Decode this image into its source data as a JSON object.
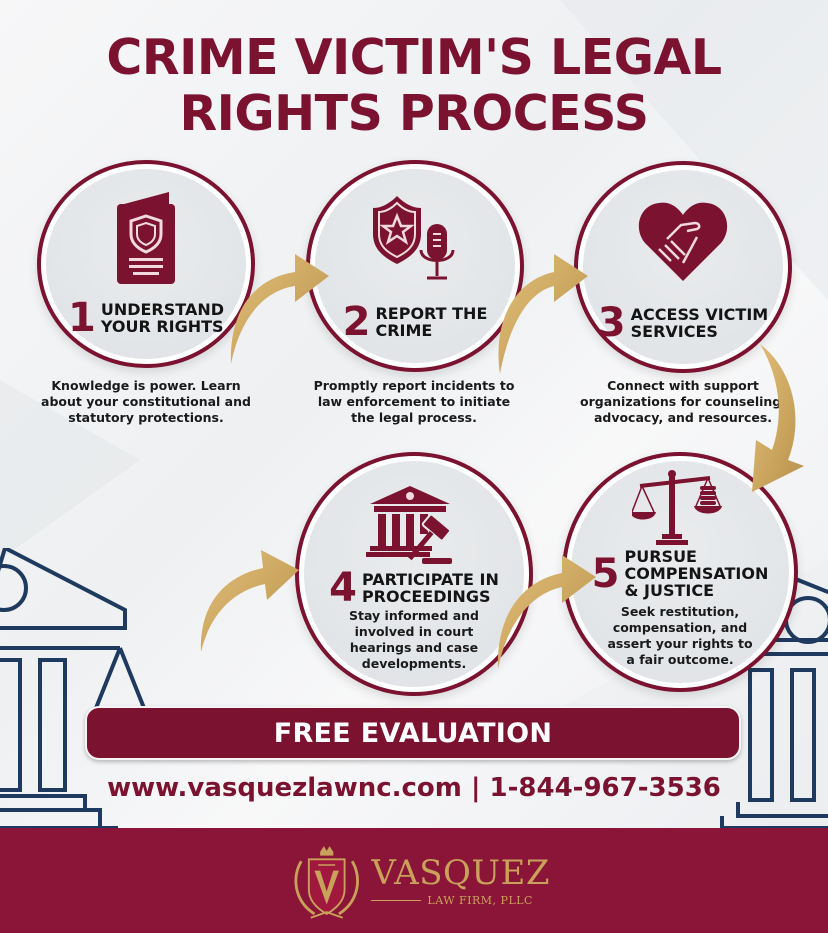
{
  "title": {
    "line1": "CRIME VICTIM'S LEGAL",
    "line2": "RIGHTS PROCESS"
  },
  "steps": [
    {
      "number": "1",
      "heading_line1": "UNDERSTAND",
      "heading_line2": "YOUR RIGHTS",
      "description_lines": [
        "Knowledge is power. Learn",
        "about your constitutional and",
        "statutory protections."
      ],
      "icon": "rights-booklet-shield-icon"
    },
    {
      "number": "2",
      "heading_line1": "REPORT THE",
      "heading_line2": "CRIME",
      "description_lines": [
        "Promptly report incidents to",
        "law enforcement to initiate",
        "the legal process."
      ],
      "icon": "police-badge-microphone-icon"
    },
    {
      "number": "3",
      "heading_line1": "ACCESS VICTIM",
      "heading_line2": "SERVICES",
      "description_lines": [
        "Connect with support",
        "organizations for counseling,",
        "advocacy, and resources."
      ],
      "icon": "heart-handshake-icon"
    },
    {
      "number": "4",
      "heading_line1": "PARTICIPATE IN",
      "heading_line2": "PROCEEDINGS",
      "description_lines": [
        "Stay informed and",
        "involved in court",
        "hearings and case",
        "developments."
      ],
      "icon": "courthouse-gavel-icon"
    },
    {
      "number": "5",
      "heading_line1": "PURSUE",
      "heading_line2": "COMPENSATION",
      "heading_line3": "& JUSTICE",
      "description_lines": [
        "Seek restitution,",
        "compensation, and",
        "assert your rights to",
        "a fair outcome."
      ],
      "icon": "scales-coins-icon"
    }
  ],
  "cta": {
    "label": "FREE EVALUATION"
  },
  "contact": {
    "website": "www.vasquezlawnc.com",
    "separator": "|",
    "phone": "1-844-967-3536",
    "full": "www.vasquezlawnc.com | 1-844-967-3536"
  },
  "footer": {
    "brand_name": "VASQUEZ",
    "brand_sub": "LAW FIRM, PLLC"
  },
  "colors": {
    "primary": "#7a1230",
    "footer_bg": "#8a1538",
    "gold": "#c9a15a",
    "navy": "#1f3a5f",
    "text_dark": "#141414"
  }
}
